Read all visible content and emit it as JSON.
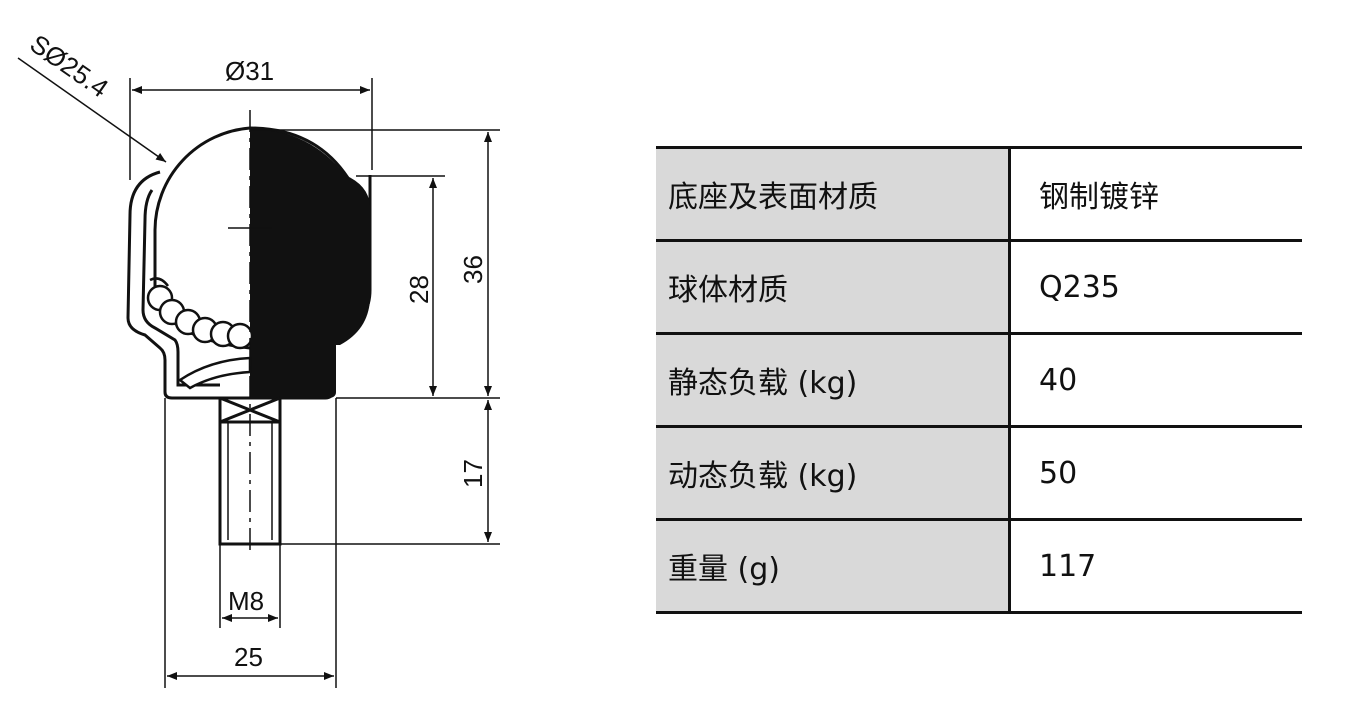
{
  "drawing": {
    "dimensions": {
      "sphere_radius": "SØ25.4",
      "housing_diameter": "Ø31",
      "height_28": "28",
      "height_36": "36",
      "stud_length": "17",
      "thread": "M8",
      "base_width": "25"
    }
  },
  "specs": [
    {
      "label": "底座及表面材质",
      "value": "钢制镀锌"
    },
    {
      "label": "球体材质",
      "value": "Q235"
    },
    {
      "label": "静态负载 (kg)",
      "value": "40"
    },
    {
      "label": "动态负载 (kg)",
      "value": "50"
    },
    {
      "label": "重量 (g)",
      "value": "117"
    }
  ]
}
